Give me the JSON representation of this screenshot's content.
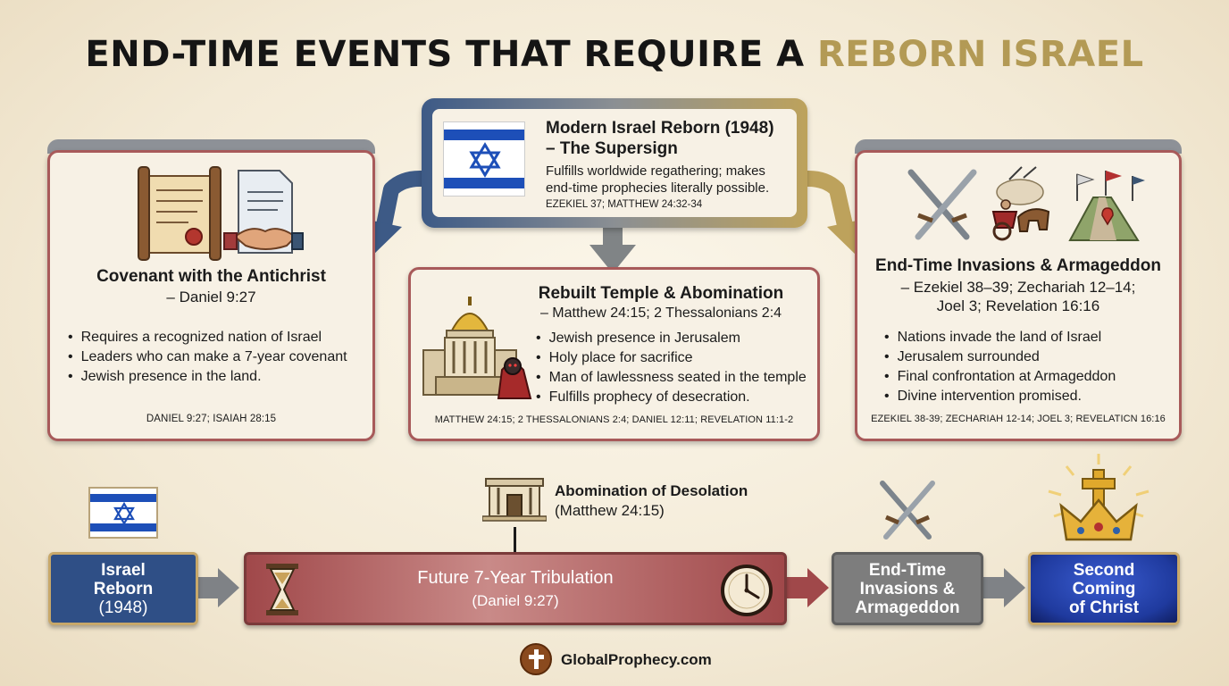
{
  "title": {
    "main": "END-TIME EVENTS THAT REQUIRE A ",
    "accent": "REBORN ISRAEL"
  },
  "center_card": {
    "title_line1": "Modern Israel Reborn (1948)",
    "title_line2": "– The Supersign",
    "desc_line1": "Fulfills worldwide regathering; makes",
    "desc_line2": "end-time prophecies literally possible.",
    "refs": "EZEKIEL 37; MATTHEW 24:32-34"
  },
  "left_card": {
    "title": "Covenant with the Antichrist",
    "subtitle": "– Daniel 9:27",
    "bullets": [
      "Requires a recognized nation of Israel",
      "Leaders who can make a 7-year covenant",
      "Jewish presence in the land."
    ],
    "refs": "DANIEL 9:27; ISAIAH 28:15"
  },
  "middle_card": {
    "title": "Rebuilt Temple & Abomination",
    "subtitle": "– Matthew 24:15; 2 Thessalonians 2:4",
    "bullets": [
      "Jewish presence in Jerusalem",
      "Holy place for sacrifice",
      "Man of lawlessness seated in the temple",
      "Fulfills prophecy of desecration."
    ],
    "refs": "MATTHEW 24:15; 2 THESSALONIANS 2:4; DANIEL 12:11; REVELATION 11:1-2"
  },
  "right_card": {
    "title": "End-Time Invasions & Armageddon",
    "subtitle_line1": "– Ezekiel 38–39; Zechariah 12–14;",
    "subtitle_line2": "Joel 3; Revelation 16:16",
    "bullets": [
      "Nations invade the land of Israel",
      "Jerusalem surrounded",
      "Final confrontation at Armageddon",
      "Divine intervention promised."
    ],
    "refs": "EZEKIEL 38-39; ZECHARIAH 12-14; JOEL 3; REVELATICN 16:16"
  },
  "timeline": {
    "marker": {
      "title": "Abomination of Desolation",
      "sub": "(Matthew 24:15)"
    },
    "boxes": [
      {
        "line1": "Israel",
        "line2": "Reborn",
        "line3": "(1948)",
        "color": "#2f4f86"
      },
      {
        "line1": "Future 7-Year Tribulation",
        "line2": "(Daniel 9:27)",
        "color": "#a0484a"
      },
      {
        "line1": "End-Time",
        "line2": "Invasions &",
        "line3": "Armageddon",
        "color": "#7d7d7d"
      },
      {
        "line1": "Second",
        "line2": "Coming",
        "line3": "of Christ",
        "color": "#1f3a9e"
      }
    ]
  },
  "footer": {
    "site": "GlobalProphecy.com"
  },
  "colors": {
    "accent_gold": "#b39a55",
    "card_border": "#a85a5a",
    "flag_blue": "#1d4fb8",
    "arrow_blue": "#3d5a86",
    "arrow_gray": "#808486",
    "arrow_gold": "#bda25c"
  }
}
